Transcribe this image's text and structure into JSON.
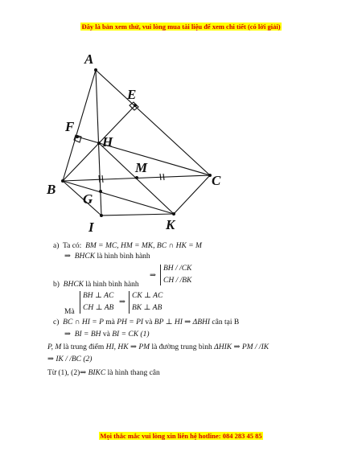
{
  "header_notice": "Đây là bản xem thử, vui lòng mua tài liệu để xem chi tiết (có lời giải)",
  "footer_notice": "Mọi thắc mắc vui lòng xin liên hệ hotline: 084 283 45 85",
  "figure": {
    "labels": {
      "A": "A",
      "E": "E",
      "F": "F",
      "H": "H",
      "M": "M",
      "B": "B",
      "C": "C",
      "G": "G",
      "I": "I",
      "K": "K"
    }
  },
  "solution": {
    "a": {
      "tag": "a)",
      "intro": "Ta có:",
      "given": "BM = MC, HM = MK, BC ∩ HK = M",
      "arrow": "⇒",
      "shape": "BHCK",
      "conclusion": "là hình bình hành"
    },
    "b": {
      "tag": "b)",
      "shape": "BHCK",
      "premise": "là hình bình hành",
      "arrow": "⇒",
      "sys1": [
        "BH / /CK",
        "CH / /BK"
      ],
      "ma": "Mà",
      "sys2": [
        "BH ⊥ AC",
        "CH ⊥ AB"
      ],
      "arrow2": "⇒",
      "sys3": [
        "CK ⊥ AC",
        "BK ⊥ AB"
      ]
    },
    "c": {
      "tag": "c)",
      "expr1": "BC ∩ HI = P",
      "ma": "mà",
      "expr2": "PH = PI",
      "va": "và",
      "expr3": "BP ⊥ HI ⇒ ΔBHI",
      "can_tai": "cân tại B",
      "line2_arrow": "⇒",
      "expr4": "BI = BH",
      "va2": "và",
      "expr5": "BI = CK (1)",
      "line3_pm": "P, M",
      "trung_diem": "là trung điểm",
      "expr6": "HI, HK ⇒ PM",
      "tb": "là đường trung bình",
      "expr7": "ΔHIK ⇒ PM / /IK",
      "line4": "⇒ IK / /BC (2)",
      "final_from": "Từ (1), (2)",
      "final_arrow": "⇒",
      "final_shape": "BIKC",
      "final_text": "là hình thang cân"
    }
  }
}
